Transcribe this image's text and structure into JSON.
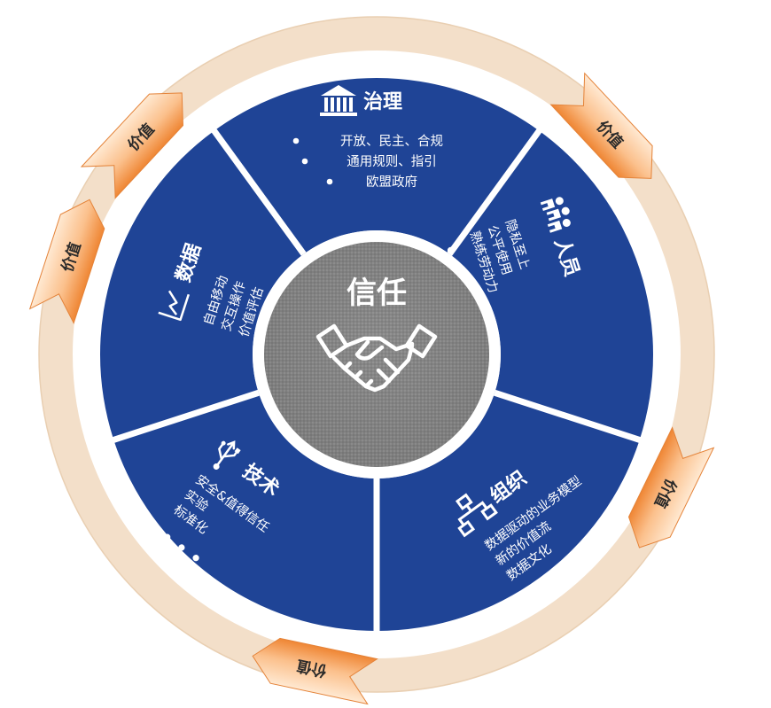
{
  "center": {
    "title": "信任",
    "icon": "handshake-icon"
  },
  "value_label": "价值",
  "sectors": [
    {
      "key": "governance",
      "title": "治理",
      "icon": "government-building-icon",
      "items": [
        "开放、民主、合规",
        "通用规则、指引",
        "欧盟政府"
      ]
    },
    {
      "key": "people",
      "title": "人员",
      "icon": "people-group-icon",
      "items": [
        "隐私至上",
        "公平使用",
        "熟练劳动力"
      ]
    },
    {
      "key": "organization",
      "title": "组织",
      "icon": "org-chart-icon",
      "items": [
        "数据驱动的业务模型",
        "新的价值流",
        "数据文化"
      ]
    },
    {
      "key": "technology",
      "title": "技术",
      "icon": "usb-icon",
      "items": [
        "安全&值得信任",
        "实验",
        "标准化"
      ]
    },
    {
      "key": "data",
      "title": "数据",
      "icon": "line-chart-icon",
      "items": [
        "自由移动",
        "交互操作",
        "价值评估"
      ]
    }
  ],
  "colors": {
    "sector_blue": "#1f4496",
    "ring_cream": "#f6e6d4",
    "arrow_orange": "#f08a3a",
    "arrow_light": "#ffe9d2",
    "center_gray": "#8a8a8a"
  }
}
